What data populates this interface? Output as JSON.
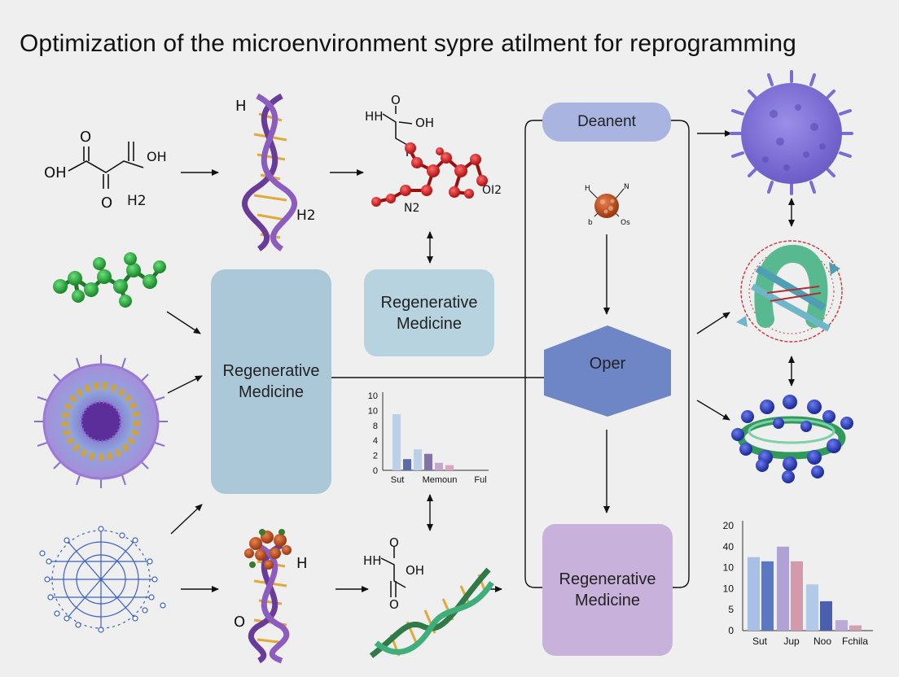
{
  "title": "Optimization of the microenvironment sypre atilment for reprogramming",
  "boxes": {
    "regen_main": "Regenerative Medicine",
    "regen_top": "Regenerative Medicine",
    "regen_bottom": "Regenerative Medicine",
    "deanent": "Deanent",
    "oper": "Oper"
  },
  "chem_labels": {
    "mol1": [
      "O",
      "OH",
      "OH",
      "O",
      "H2"
    ],
    "dna1": [
      "H",
      "H2"
    ],
    "mol2": [
      "HH",
      "O",
      "OH",
      "OI2",
      "N2"
    ],
    "small": [
      "H",
      "N",
      "b",
      "Os"
    ],
    "dna2": [
      "H",
      "O"
    ],
    "mol3": [
      "O",
      "HH",
      "OH",
      "O"
    ]
  },
  "chart_data": [
    {
      "type": "bar",
      "title": "",
      "xlabel": "",
      "ylabel": "",
      "yticks": [
        "10",
        "10",
        "8",
        "4",
        "2",
        "0"
      ],
      "categories": [
        "Sut",
        "Memoun",
        "Ful"
      ],
      "bars": [
        {
          "value": 7.5,
          "color": "#b9d0e6"
        },
        {
          "value": 1.5,
          "color": "#5b6ba8"
        },
        {
          "value": 2.8,
          "color": "#b9d0e6"
        },
        {
          "value": 2.2,
          "color": "#7f73a8"
        },
        {
          "value": 1.0,
          "color": "#c4a6cf"
        },
        {
          "value": 0.7,
          "color": "#d8a6c0"
        }
      ],
      "ylim": [
        0,
        10
      ]
    },
    {
      "type": "bar",
      "title": "",
      "xlabel": "",
      "ylabel": "",
      "yticks": [
        "20",
        "40",
        "10",
        "10",
        "5",
        "0"
      ],
      "categories": [
        "Sut",
        "Jup",
        "Noo",
        "Fchila"
      ],
      "bars": [
        {
          "value": 35,
          "color": "#a7c0e4"
        },
        {
          "value": 33,
          "color": "#5a78c4"
        },
        {
          "value": 40,
          "color": "#b0a2d4"
        },
        {
          "value": 33,
          "color": "#d49aac"
        },
        {
          "value": 22,
          "color": "#b3c9e8"
        },
        {
          "value": 14,
          "color": "#4a5eb2"
        },
        {
          "value": 5,
          "color": "#bda9d8"
        },
        {
          "value": 2.5,
          "color": "#d3a0b4"
        }
      ],
      "ylim": [
        0,
        50
      ]
    }
  ]
}
